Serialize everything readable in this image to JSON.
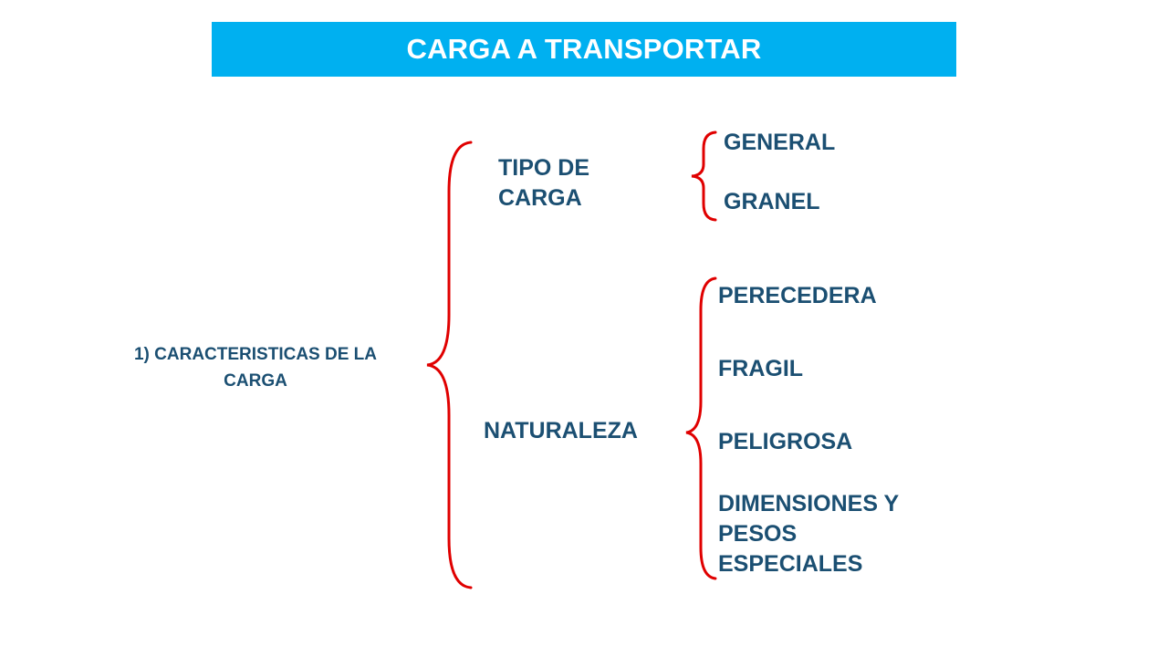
{
  "title": "CARGA A TRANSPORTAR",
  "colors": {
    "banner": "#00b0f0",
    "text": "#1b4f72",
    "brace": "#e00000",
    "banner_text": "#ffffff"
  },
  "root": {
    "label": "1) CARACTERISTICAS DE LA CARGA"
  },
  "branches": [
    {
      "label_lines": [
        "TIPO DE",
        "CARGA"
      ],
      "items": [
        "GENERAL",
        "GRANEL"
      ]
    },
    {
      "label_lines": [
        "NATURALEZA"
      ],
      "items": [
        "PERECEDERA",
        "FRAGIL",
        "PELIGROSA"
      ],
      "last_item_lines": [
        "DIMENSIONES Y",
        "PESOS",
        "ESPECIALES"
      ]
    }
  ]
}
